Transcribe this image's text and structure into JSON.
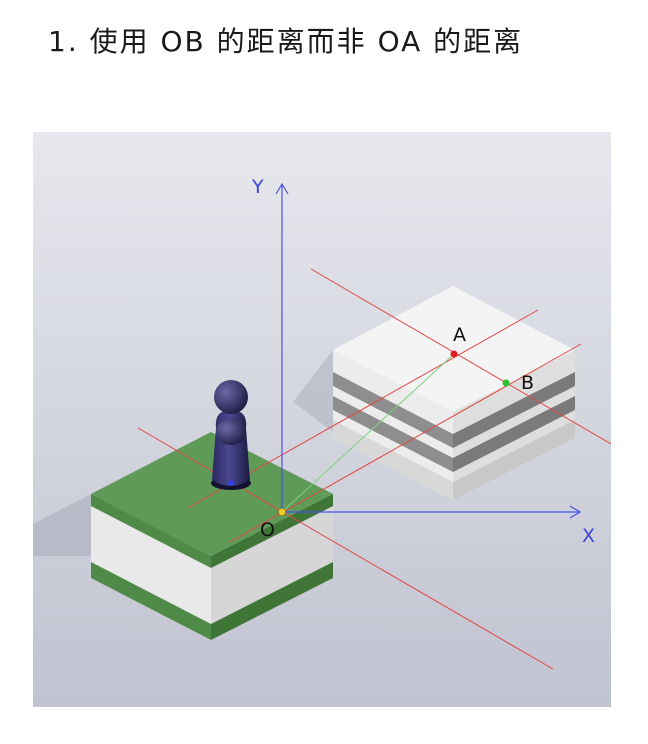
{
  "title": "1. 使用 OB 的距离而非 OA 的距离",
  "diagram": {
    "labels": {
      "y_axis": "Y",
      "x_axis": "X",
      "origin": "O",
      "point_a": "A",
      "point_b": "B"
    },
    "colors": {
      "background_top": "#e6e7ec",
      "background_bottom": "#c2c5d2",
      "axis": "#4a52e0",
      "guide_line": "#e04848",
      "oa_line": "#7fd07f",
      "grass": "#5f9a58",
      "character": "#2c2a5a",
      "point_a": "#e02020",
      "point_b": "#30c030",
      "origin": "#f0d020"
    }
  }
}
